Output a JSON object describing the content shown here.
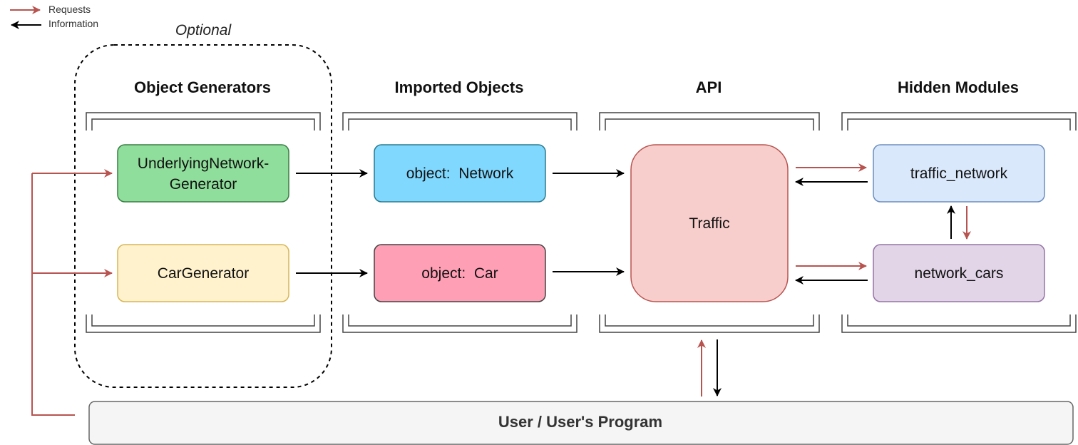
{
  "legend": {
    "requests_label": "Requests",
    "information_label": "Information"
  },
  "colors": {
    "request_arrow": "#b85450",
    "information_arrow": "#000000",
    "underlying_generator_fill": "#8fde9b",
    "car_generator_fill": "#fff2cc",
    "network_object_fill": "#80d8ff",
    "car_object_fill": "#ff9fb5",
    "traffic_fill": "#f8cecc",
    "traffic_network_fill": "#dae8fc",
    "network_cars_fill": "#e1d5e7",
    "user_fill": "#f5f5f5"
  },
  "optional_group": {
    "label": "Optional"
  },
  "columns": {
    "object_generators": "Object Generators",
    "imported_objects": "Imported Objects",
    "api": "API",
    "hidden_modules": "Hidden Modules"
  },
  "nodes": {
    "underlying_network_generator": {
      "line1": "UnderlyingNetwork-",
      "line2": "Generator"
    },
    "car_generator": "CarGenerator",
    "network_object": "object:  Network",
    "car_object": "object:  Car",
    "traffic": "Traffic",
    "traffic_network": "traffic_network",
    "network_cars": "network_cars",
    "user": "User / User's Program"
  }
}
